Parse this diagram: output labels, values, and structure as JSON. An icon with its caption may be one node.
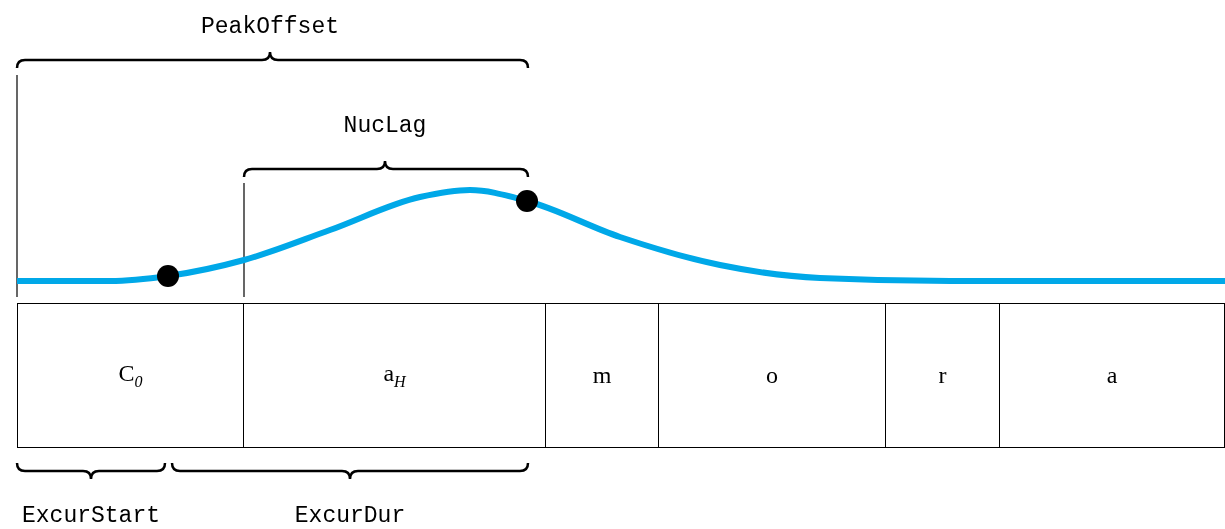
{
  "diagram": {
    "nodes": [
      {
        "text": [
          "C$_{0}$"
        ]
      },
      {
        "text": [
          "a$_{H}$"
        ]
      },
      {
        "text": [
          "m"
        ]
      },
      {
        "text": [
          "o"
        ]
      },
      {
        "text": [
          "r"
        ]
      },
      {
        "text": [
          "a"
        ]
      }
    ],
    "labels": [
      "PeakOffset",
      "NucLag",
      "ExcurStart",
      "ExcurDur"
    ]
  }
}
